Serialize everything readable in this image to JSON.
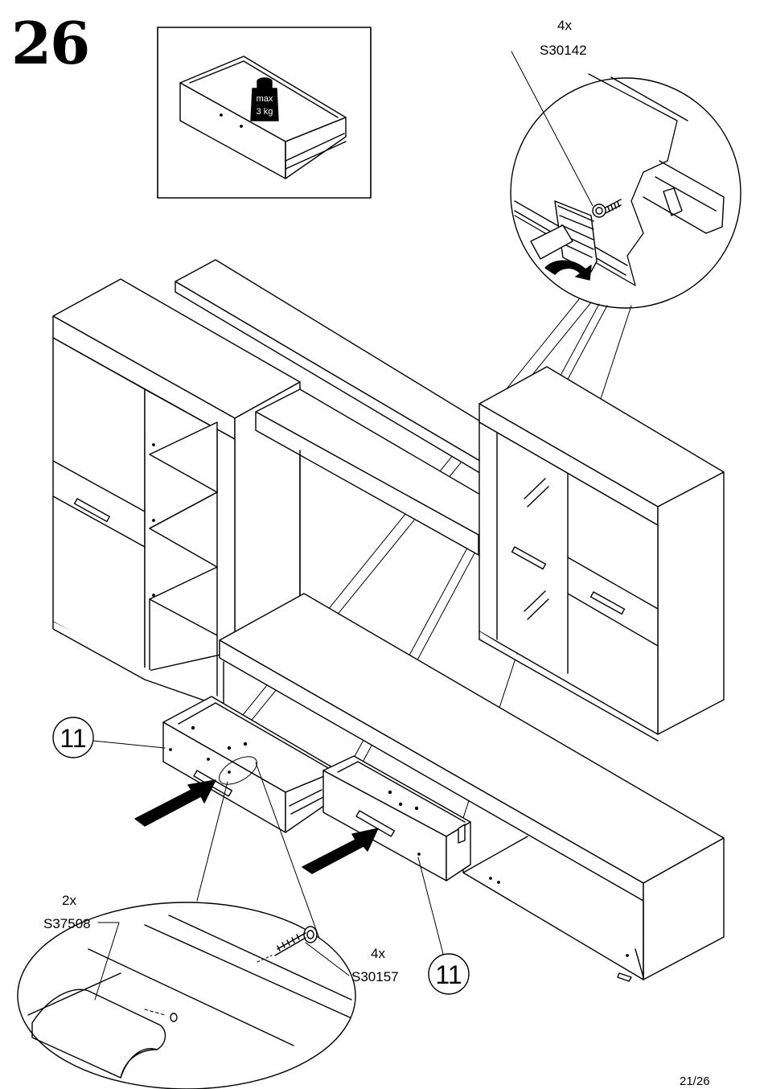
{
  "step": {
    "number": "26"
  },
  "inset": {
    "max_label": "max",
    "weight_label": "3 kg"
  },
  "callouts": {
    "top_qty": "4x",
    "top_part": "S30142",
    "handle_screw_qty": "2x",
    "handle_screw_part": "S37508",
    "bottom_qty": "4x",
    "bottom_part": "S30157",
    "drawer_left": "11",
    "drawer_right": "11"
  },
  "page": {
    "number": "21/26"
  }
}
